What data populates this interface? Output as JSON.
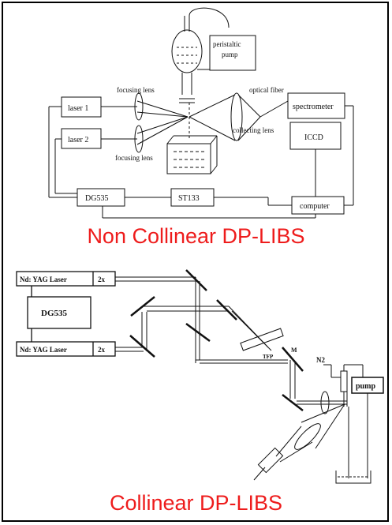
{
  "captions": {
    "top": "Non Collinear DP-LIBS",
    "bottom": "Collinear DP-LIBS"
  },
  "diagram_top": {
    "pump_line1": "peristaltic",
    "pump_line2": "pump",
    "optical_fiber": "optical fiber",
    "focusing_lens_a": "focusing lens",
    "focusing_lens_b": "focusing lens",
    "collecting_lens": "collecting lens",
    "laser1": "laser 1",
    "laser2": "laser 2",
    "spectrometer": "spectrometer",
    "iccd": "ICCD",
    "dg535": "DG535",
    "st133": "ST133",
    "computer": "computer"
  },
  "diagram_bottom": {
    "laser_top": "Nd: YAG Laser",
    "laser_top_2x": "2x",
    "dg535": "DG535",
    "laser_bottom": "Nd: YAG Laser",
    "laser_bottom_2x": "2x",
    "tfp": "TFP",
    "mirror_m": "M",
    "n2": "N2",
    "pump": "pump"
  },
  "colors": {
    "caption": "#ee1c1c",
    "line": "#111111"
  }
}
